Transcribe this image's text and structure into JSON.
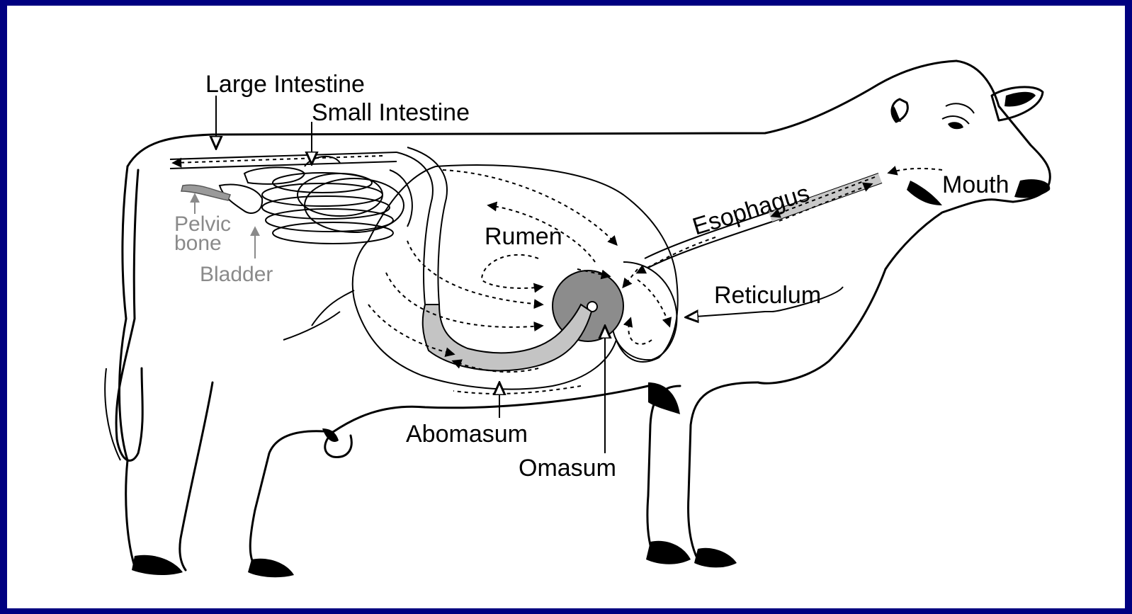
{
  "labels": {
    "large_intestine": "Large Intestine",
    "small_intestine": "Small Intestine",
    "pelvic_bone_line1": "Pelvic",
    "pelvic_bone_line2": "bone",
    "bladder": "Bladder",
    "rumen": "Rumen",
    "esophagus": "Esophagus",
    "mouth": "Mouth",
    "reticulum": "Reticulum",
    "abomasum": "Abomasum",
    "omasum": "Omasum"
  },
  "colors": {
    "border": "#000080",
    "background": "#ffffff",
    "ink": "#000000",
    "secondary_label": "#8a8a8a",
    "omasum_fill": "#8c8c8c",
    "abomasum_fill": "#c4c4c4"
  }
}
